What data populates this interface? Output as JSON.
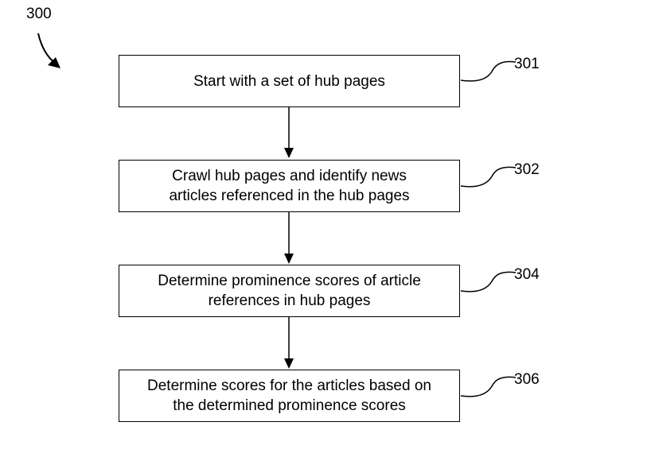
{
  "figure_number": "300",
  "steps": [
    {
      "ref": "301",
      "lines": [
        "Start with a set of hub pages"
      ]
    },
    {
      "ref": "302",
      "lines": [
        "Crawl hub pages and identify news",
        "articles referenced in the hub pages"
      ]
    },
    {
      "ref": "304",
      "lines": [
        "Determine prominence scores of article",
        "references in hub pages"
      ]
    },
    {
      "ref": "306",
      "lines": [
        "Determine scores for the articles based on",
        "the determined prominence scores"
      ]
    }
  ]
}
